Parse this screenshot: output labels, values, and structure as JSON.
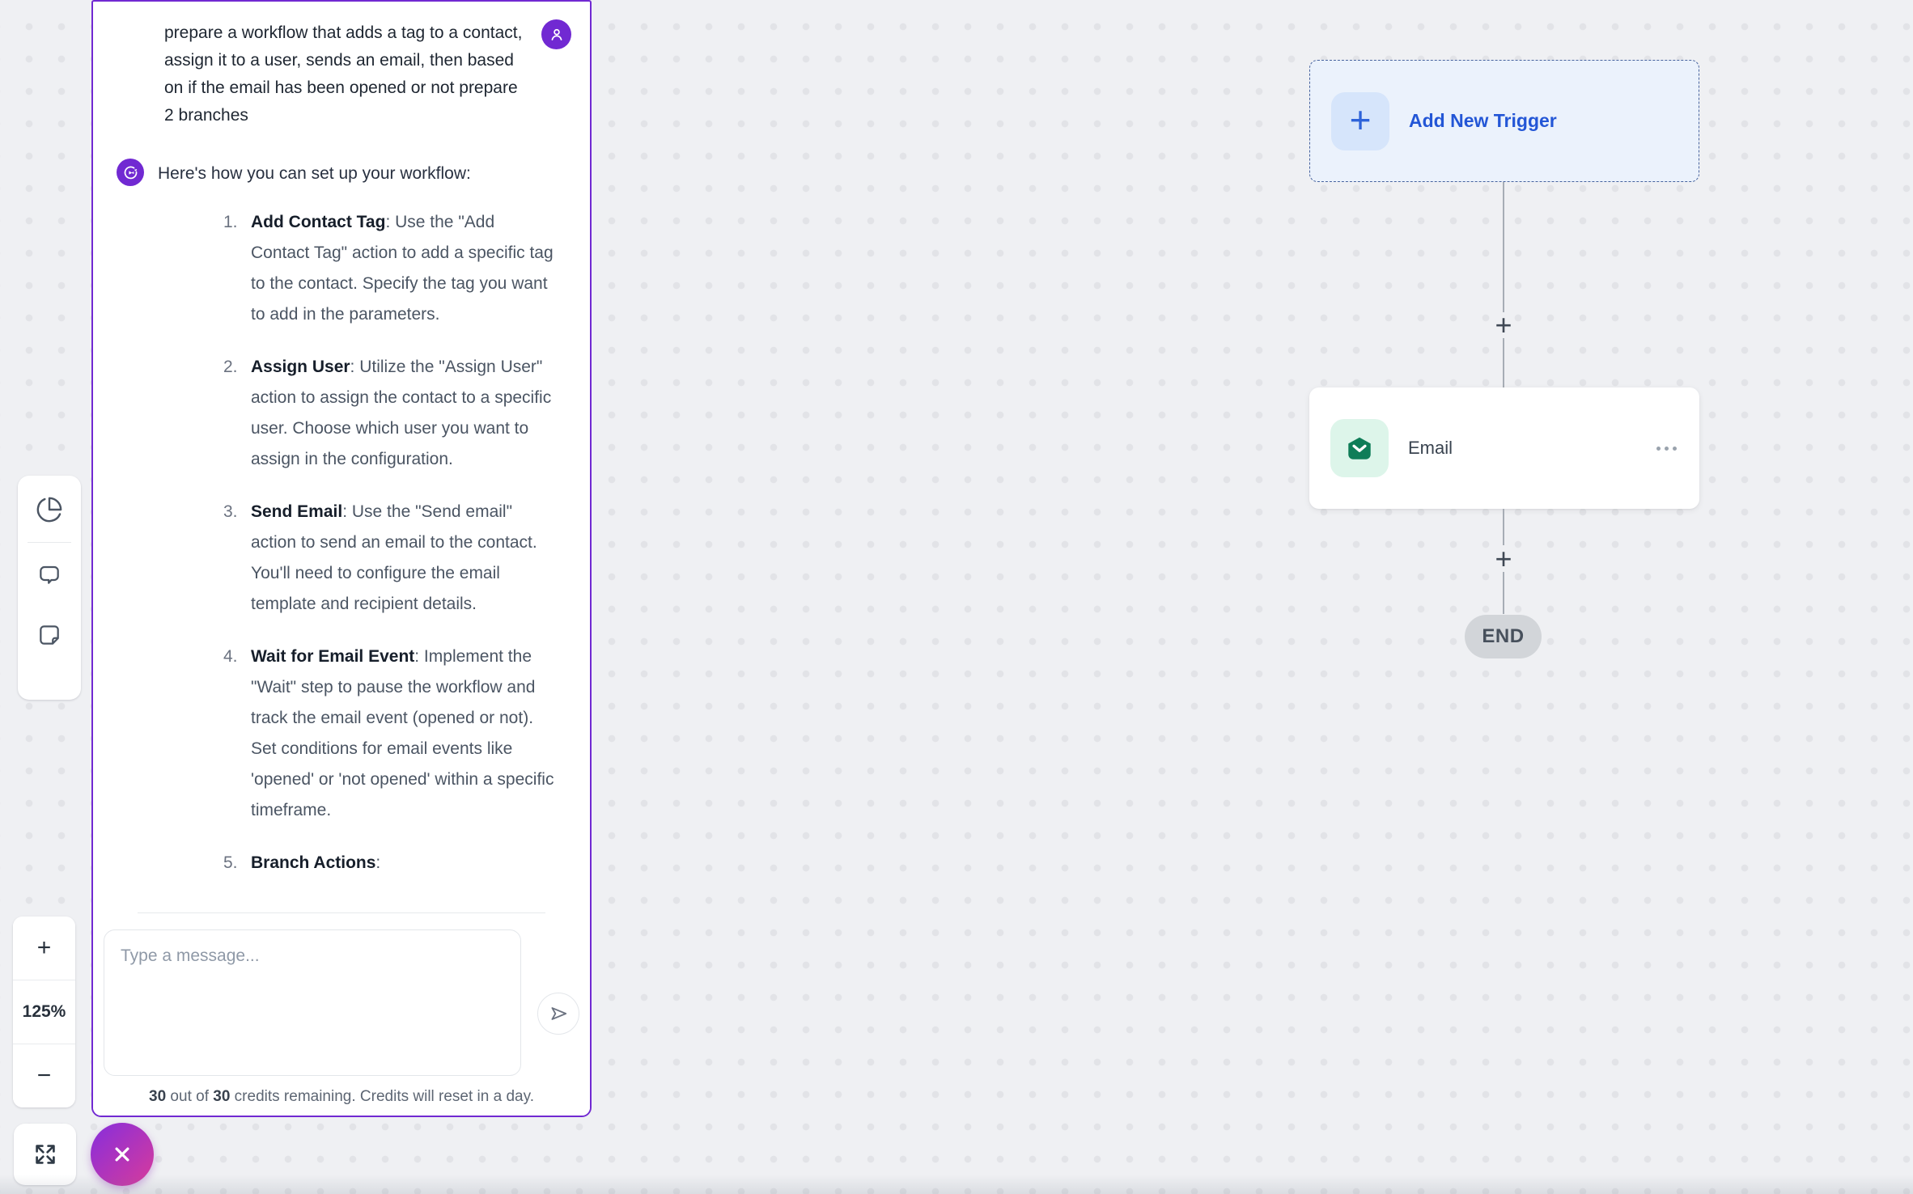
{
  "chat": {
    "user_message": "prepare a workflow that adds a tag to a contact, assign it to a user, sends an email, then based on if the email has been opened or not prepare 2 branches",
    "assistant_intro": "Here's how you can set up your workflow:",
    "steps": [
      {
        "num": "1.",
        "title": "Add Contact Tag",
        "text": ": Use the \"Add Contact Tag\" action to add a specific tag to the contact. Specify the tag you want to add in the parameters."
      },
      {
        "num": "2.",
        "title": "Assign User",
        "text": ": Utilize the \"Assign User\" action to assign the contact to a specific user. Choose which user you want to assign in the configuration."
      },
      {
        "num": "3.",
        "title": "Send Email",
        "text": ": Use the \"Send email\" action to send an email to the contact. You'll need to configure the email template and recipient details."
      },
      {
        "num": "4.",
        "title": "Wait for Email Event",
        "text": ": Implement the \"Wait\" step to pause the workflow and track the email event (opened or not). Set conditions for email events like 'opened' or 'not opened' within a specific timeframe."
      },
      {
        "num": "5.",
        "title": "Branch Actions",
        "text": ":"
      }
    ],
    "input_placeholder": "Type a message...",
    "credits": {
      "remaining": "30",
      "sep": " out of ",
      "total": "30",
      "rest": " credits remaining. Credits will reset in a day."
    }
  },
  "canvas": {
    "trigger_label": "Add New Trigger",
    "trigger_plus": "+",
    "add_step_plus": "+",
    "email_label": "Email",
    "end_label": "END"
  },
  "zoom_controls": {
    "zoom_in": "+",
    "level": "125%",
    "zoom_out": "−"
  },
  "colors": {
    "panel_border": "#7129d2",
    "avatar_purple": "#7129d2",
    "trigger_blue": "#2356d6",
    "trigger_bg": "#ebf2fc",
    "email_green": "#0f7d58",
    "email_icon_bg": "#ddf5ea",
    "end_bg": "#d2d5d9",
    "close_gradient_start": "#8e2fd6",
    "close_gradient_end": "#d43a9e",
    "canvas_bg": "#eff0f3"
  }
}
